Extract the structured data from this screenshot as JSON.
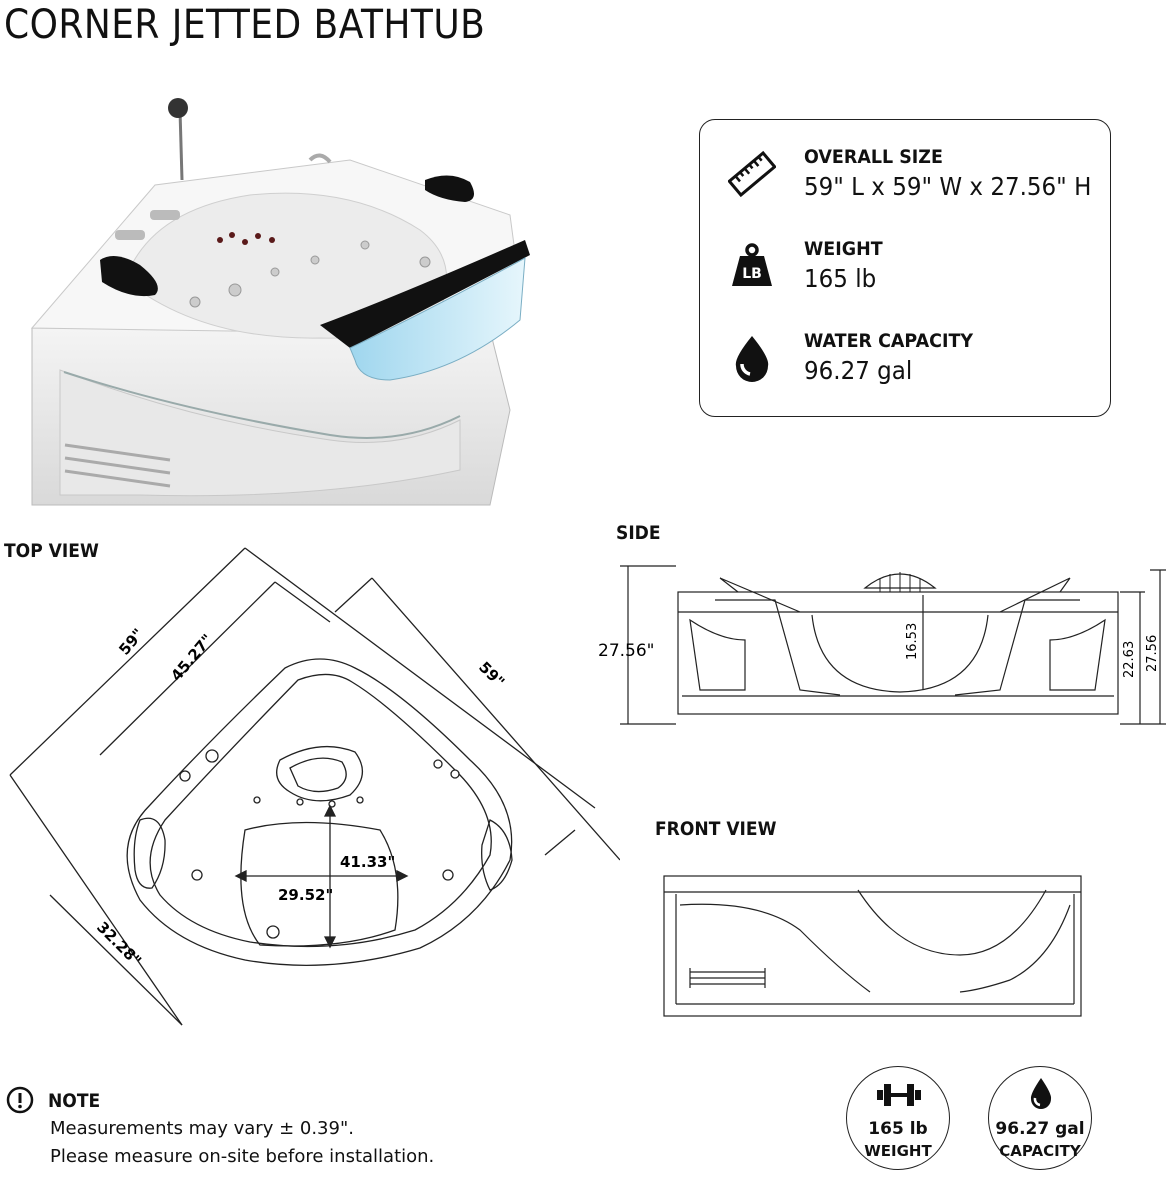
{
  "title": "CORNER JETTED BATHTUB",
  "specs": [
    {
      "icon": "ruler-icon",
      "label": "OVERALL SIZE",
      "value": "59\" L x 59\" W x 27.56\" H"
    },
    {
      "icon": "weight-lb-icon",
      "label": "WEIGHT",
      "value": "165 lb"
    },
    {
      "icon": "water-drop-icon",
      "label": "WATER CAPACITY",
      "value": "96.27 gal"
    }
  ],
  "top_view": {
    "heading": "TOP VIEW",
    "dims": {
      "left_side": "59\"",
      "inner": "45.27\"",
      "right_side": "59\"",
      "front": "32.28\"",
      "length": "41.33\"",
      "width": "29.52\""
    }
  },
  "side_view": {
    "heading": "SIDE",
    "dims": {
      "total_height": "27.56\"",
      "basin_depth": "16.53",
      "body_height": "22.63",
      "right_height": "27.56"
    }
  },
  "front_view": {
    "heading": "FRONT VIEW"
  },
  "note": {
    "label": "NOTE",
    "lines": [
      "Measurements may vary ± 0.39\".",
      "Please measure on-site before installation."
    ]
  },
  "badges": [
    {
      "icon": "dumbbell-icon",
      "value": "165 lb",
      "label": "WEIGHT"
    },
    {
      "icon": "water-drop-icon",
      "value": "96.27 gal",
      "label": "CAPACITY"
    }
  ]
}
